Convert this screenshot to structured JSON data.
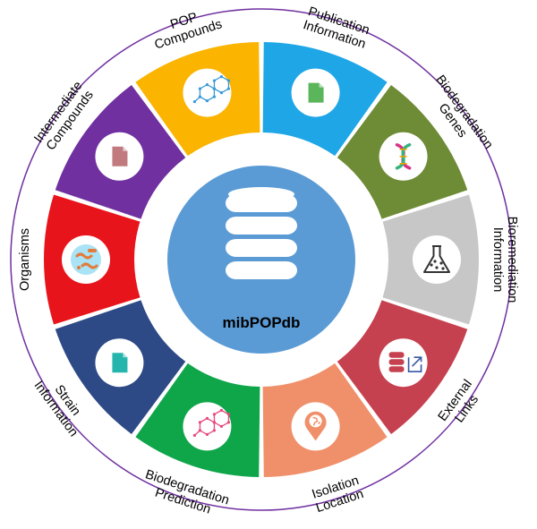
{
  "center": {
    "label": "mibPOPdb",
    "icon": "database-icon",
    "color": "#5b9bd5"
  },
  "ring": {
    "outline_color": "#7030a0"
  },
  "segments": [
    {
      "id": "publication-information",
      "lines": [
        "Publication",
        "Information"
      ],
      "color": "#1ea6e6",
      "icon": "document-icon",
      "icon_color": "#5bb55b"
    },
    {
      "id": "biodegradation-genes",
      "lines": [
        "Biodegradation",
        "Genes"
      ],
      "color": "#6e8b35",
      "icon": "dna-icon",
      "icon_color": "#d63384"
    },
    {
      "id": "bioremediation-information",
      "lines": [
        "Bioremediation",
        "Information"
      ],
      "color": "#c7c7c7",
      "icon": "flask-icon",
      "icon_color": "#333333"
    },
    {
      "id": "external-links",
      "lines": [
        "External",
        "Links"
      ],
      "color": "#c6414f",
      "icon": "database-link-icon",
      "icon_color": "#c6414f"
    },
    {
      "id": "isolation-location",
      "lines": [
        "Isolation",
        "Location"
      ],
      "color": "#f0906a",
      "icon": "globe-pin-icon",
      "icon_color": "#f0906a"
    },
    {
      "id": "biodegradation-prediction",
      "lines": [
        "Biodegradation",
        "Prediction"
      ],
      "color": "#0fa64a",
      "icon": "molecule-icon",
      "icon_color": "#e8477d"
    },
    {
      "id": "strain-information",
      "lines": [
        "Strain",
        "Information"
      ],
      "color": "#2e4a86",
      "icon": "document-icon",
      "icon_color": "#26b5ad"
    },
    {
      "id": "organisms",
      "lines": [
        "Organisms"
      ],
      "color": "#e8141c",
      "icon": "bacteria-icon",
      "icon_color": "#e37b3a"
    },
    {
      "id": "intermediate-compounds",
      "lines": [
        "Intermediate",
        "Compounds"
      ],
      "color": "#7030a0",
      "icon": "document-icon",
      "icon_color": "#c17b7f"
    },
    {
      "id": "pop-compounds",
      "lines": [
        "POP",
        "Compounds"
      ],
      "color": "#fbb400",
      "icon": "molecule-icon",
      "icon_color": "#3a9ad9"
    }
  ]
}
